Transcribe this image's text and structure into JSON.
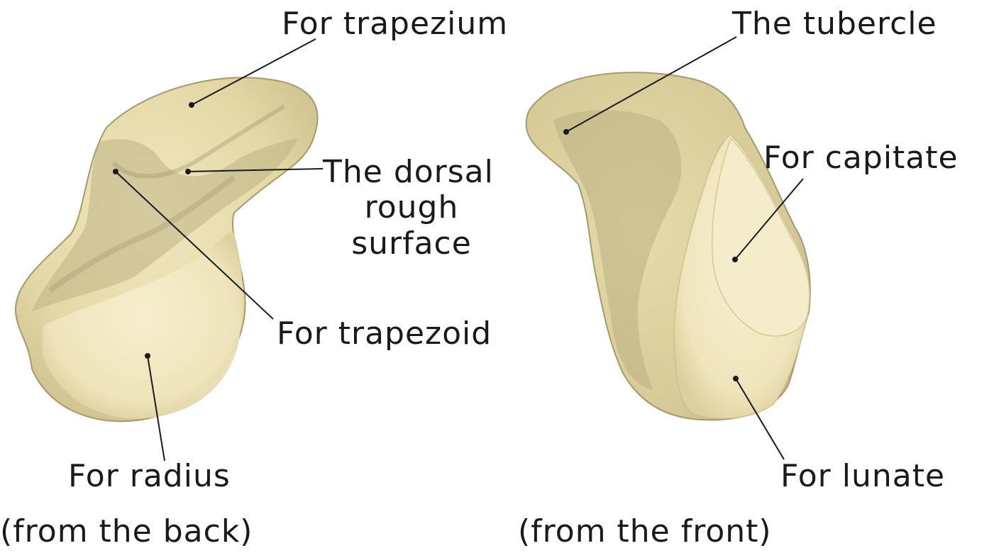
{
  "colors": {
    "bone_base": "#e7dcab",
    "bone_light": "#f3ebc8",
    "bone_shadow": "#b9ad80",
    "bone_edge": "#a69a6c",
    "facet": "#f1e7be",
    "text": "#1a1a1a"
  },
  "left_view": {
    "caption": "(from the back)",
    "labels": {
      "trapezium": "For trapezium",
      "dorsal_line1": "The dorsal",
      "dorsal_line2": "rough",
      "dorsal_line3": "surface",
      "trapezoid": "For trapezoid",
      "radius": "For radius"
    }
  },
  "right_view": {
    "caption": "(from the front)",
    "labels": {
      "tubercle": "The tubercle",
      "capitate": "For capitate",
      "lunate": "For lunate"
    }
  }
}
